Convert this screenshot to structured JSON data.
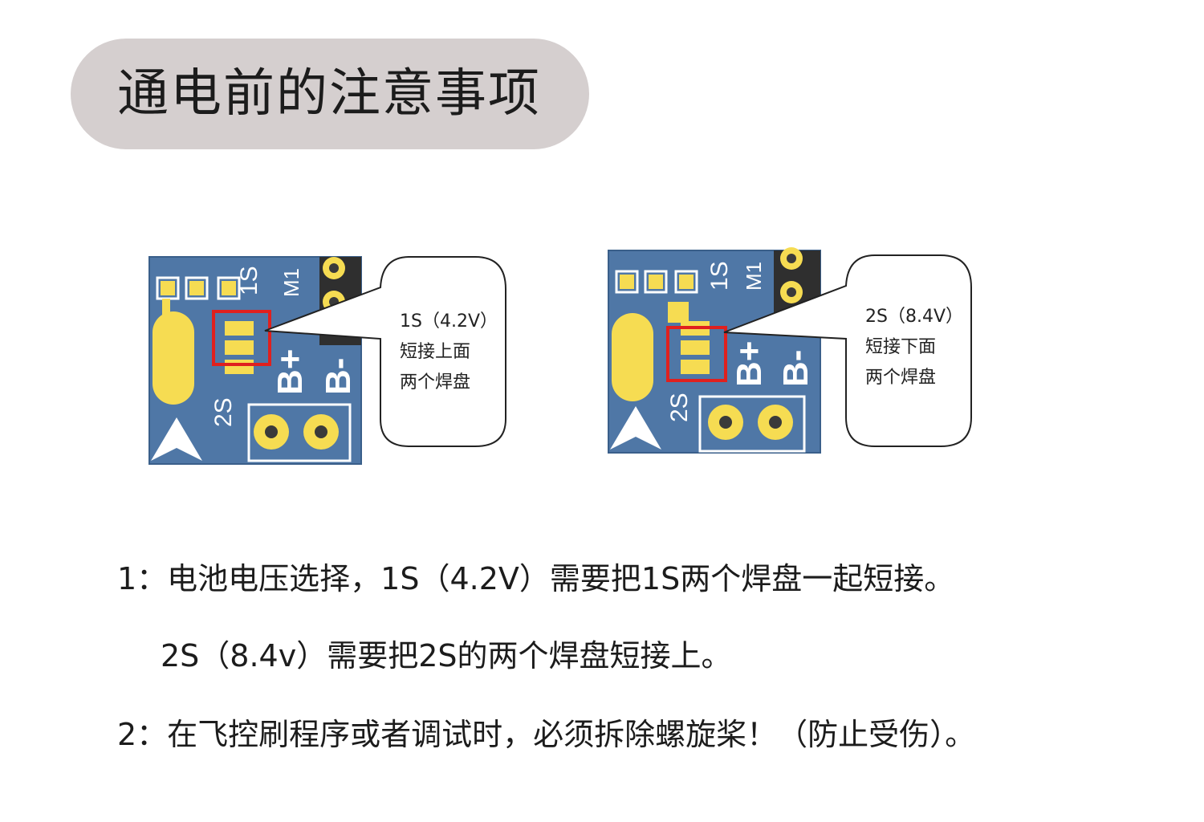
{
  "title": "通电前的注意事项",
  "figures": [
    {
      "pcb": {
        "label_1s": "1S",
        "label_m1": "M1",
        "label_2s": "2S",
        "label_bplus": "B+",
        "label_bminus": "B-"
      },
      "callout": [
        "1S（4.2V）",
        "短接上面",
        "两个焊盘"
      ]
    },
    {
      "pcb": {
        "label_1s": "1S",
        "label_m1": "M1",
        "label_2s": "2S",
        "label_bplus": "B+",
        "label_bminus": "B-"
      },
      "callout": [
        "2S（8.4V）",
        "短接下面",
        "两个焊盘"
      ]
    }
  ],
  "notes": {
    "note1": "1：电池电压选择，1S（4.2V）需要把1S两个焊盘一起短接。",
    "note1b": "2S（8.4v）需要把2S的两个焊盘短接上。",
    "note2": "2：在飞控刷程序或者调试时，必须拆除螺旋桨！（防止受伤）。"
  },
  "colors": {
    "pcb": "#4f77a6",
    "pad": "#f6dc52",
    "highlight": "#e0201e",
    "silkscreen": "#ffffff",
    "title_bg": "#d5cfcf"
  }
}
